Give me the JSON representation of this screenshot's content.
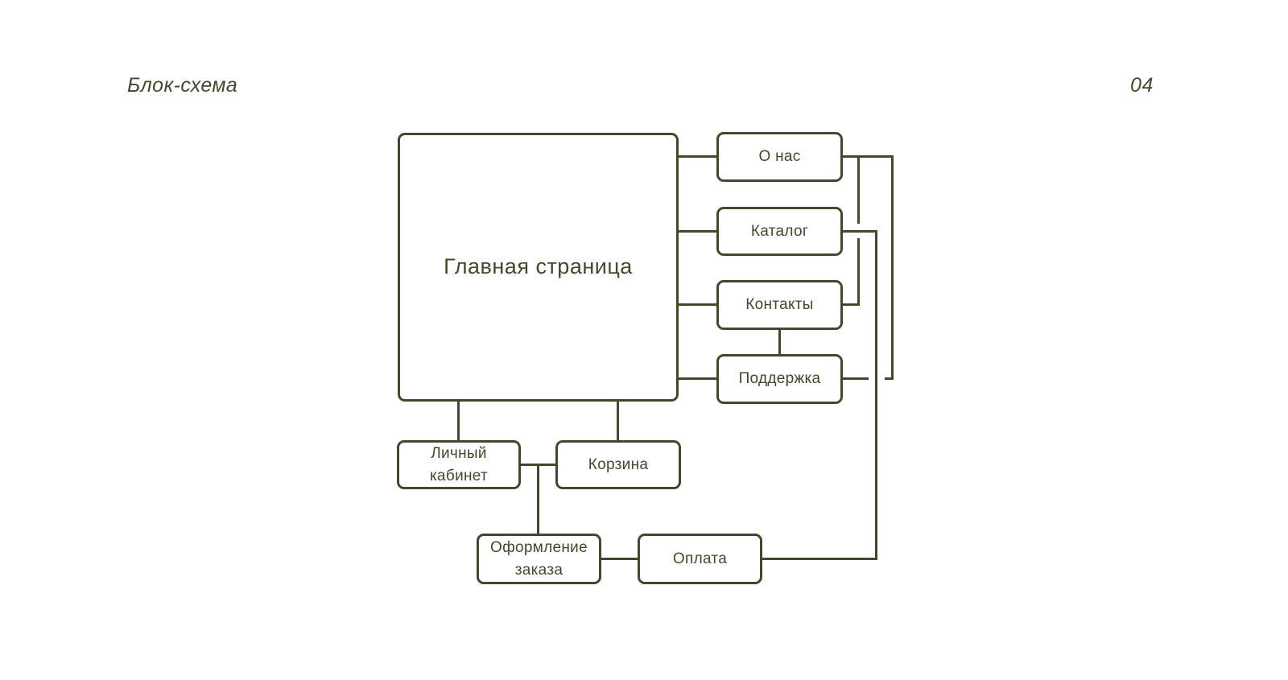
{
  "page": {
    "title": "Блок-схема",
    "page_number": "04",
    "background": "#ffffff",
    "accent_color": "#3f4a2d"
  },
  "diagram": {
    "type": "flowchart",
    "nodes": {
      "main": {
        "label": "Главная страница"
      },
      "about": {
        "label": "О нас"
      },
      "catalog": {
        "label": "Каталог"
      },
      "contacts": {
        "label": "Контакты"
      },
      "support": {
        "label": "Поддержка"
      },
      "account": {
        "label": "Личный кабинет"
      },
      "cart": {
        "label": "Корзина"
      },
      "checkout": {
        "label": "Оформление заказа"
      },
      "payment": {
        "label": "Оплата"
      }
    },
    "edges": [
      {
        "from": "main",
        "to": "about"
      },
      {
        "from": "main",
        "to": "catalog"
      },
      {
        "from": "main",
        "to": "contacts"
      },
      {
        "from": "main",
        "to": "support"
      },
      {
        "from": "main",
        "to": "account"
      },
      {
        "from": "main",
        "to": "cart"
      },
      {
        "from": "about",
        "to": "contacts",
        "route": "right side vertical"
      },
      {
        "from": "about",
        "to": "support",
        "route": "outer right vertical"
      },
      {
        "from": "catalog",
        "to": "payment",
        "route": "right vertical down"
      },
      {
        "from": "contacts",
        "to": "support"
      },
      {
        "from": "account",
        "to": "cart"
      },
      {
        "from": "account-cart-connector",
        "to": "checkout"
      },
      {
        "from": "checkout",
        "to": "payment"
      }
    ]
  }
}
